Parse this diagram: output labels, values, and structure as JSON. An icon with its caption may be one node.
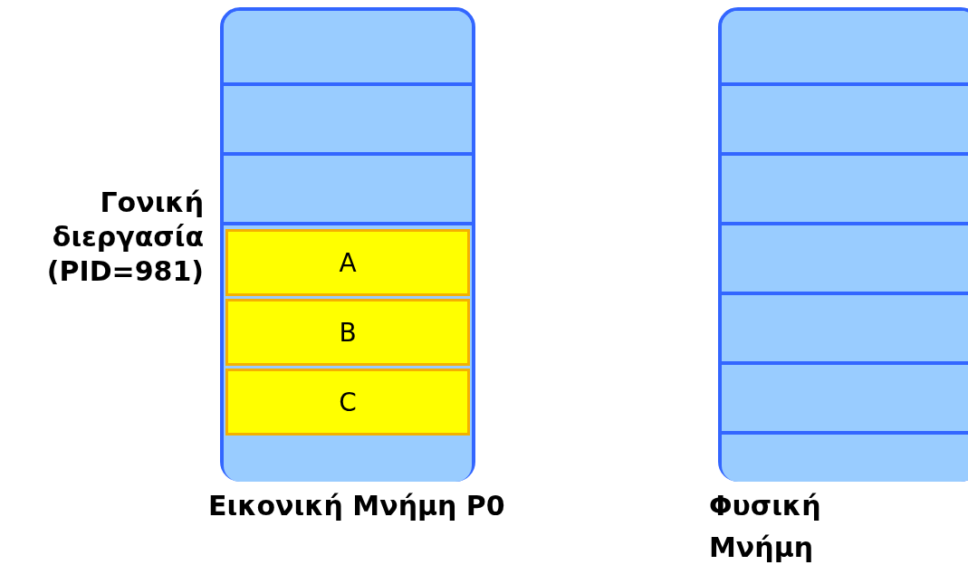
{
  "diagram": {
    "nodes": [
      {
        "text": [
          "Εικονική Μνήμη P0"
        ]
      },
      {
        "text": [],
        "shape": "box",
        "in": 0
      },
      {
        "text": [],
        "shape": "box",
        "in": 0
      },
      {
        "text": [],
        "shape": "box",
        "in": 0
      },
      {
        "text": [
          "A"
        ],
        "in": 0
      },
      {
        "text": [
          "B"
        ],
        "in": 0
      },
      {
        "text": [
          "C"
        ],
        "in": 0
      },
      {
        "text": [],
        "shape": "box",
        "in": 0
      },
      {
        "text": [
          "Φυσική Μνήμη"
        ]
      },
      {
        "text": [],
        "shape": "box",
        "in": 8
      },
      {
        "text": [],
        "shape": "box",
        "in": 8
      },
      {
        "text": [],
        "shape": "box",
        "in": 8
      },
      {
        "text": [],
        "shape": "box",
        "in": 8
      },
      {
        "text": [],
        "shape": "box",
        "in": 8
      },
      {
        "text": [],
        "shape": "box",
        "in": 8
      },
      {
        "text": [],
        "shape": "box",
        "in": 8
      }
    ],
    "edges": [],
    "labels": [
      "Γονική διεργασία (PID=981)"
    ]
  }
}
